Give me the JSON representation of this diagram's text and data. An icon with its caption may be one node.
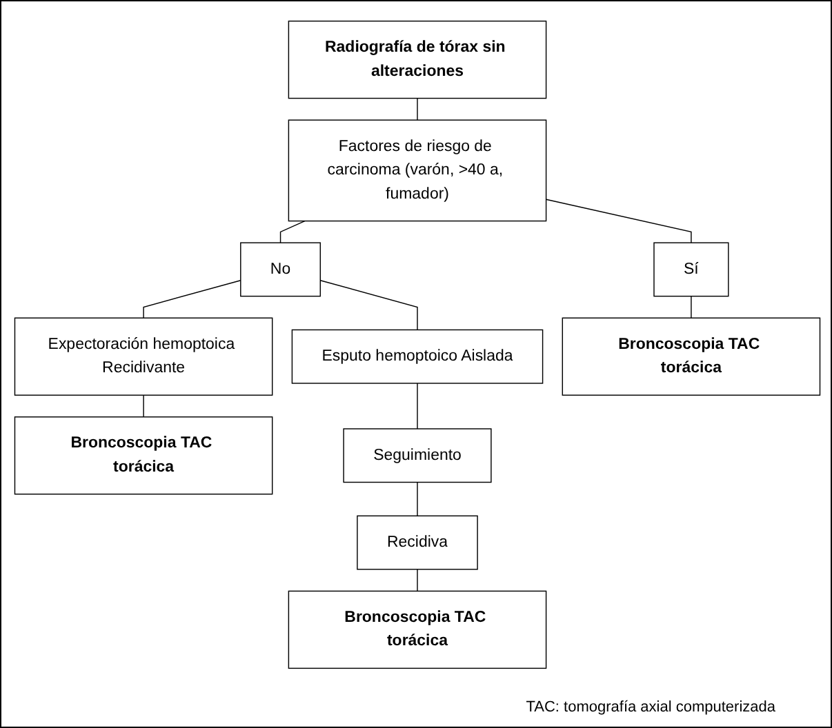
{
  "diagram": {
    "nodes": [
      {
        "text": [
          "Radiografía de tórax sin alteraciones"
        ]
      },
      {
        "text": [
          "Factores de riesgo de carcinoma (varón, >40 a, fumador)"
        ]
      },
      {
        "text": [
          "No"
        ]
      },
      {
        "text": [
          "Sí"
        ]
      },
      {
        "text": [
          "Esputo hemoptoico Aislada"
        ]
      },
      {
        "text": [
          "Expectoración hemoptoica Recidivante"
        ]
      },
      {
        "text": [
          "Broncoscopia TAC torácica"
        ]
      },
      {
        "text": [
          "Broncoscopia TAC torácica"
        ]
      },
      {
        "text": [
          "Seguimiento"
        ]
      },
      {
        "text": [
          "Recidiva"
        ]
      },
      {
        "text": [
          "Broncoscopia TAC torácica"
        ]
      }
    ],
    "edges": [
      {
        "from": 0,
        "to": 1,
        "arrow": "none"
      },
      {
        "from": 1,
        "to": 2,
        "arrow": "none"
      },
      {
        "from": 1,
        "to": 3,
        "arrow": "none"
      },
      {
        "from": 2,
        "to": 4,
        "arrow": "none"
      },
      {
        "from": 2,
        "to": 5,
        "arrow": "none"
      },
      {
        "from": 3,
        "to": 6,
        "arrow": "none"
      },
      {
        "from": 5,
        "to": 7,
        "arrow": "none"
      },
      {
        "from": 4,
        "to": 8,
        "arrow": "none"
      },
      {
        "from": 8,
        "to": 9,
        "arrow": "none"
      },
      {
        "from": 9,
        "to": 10,
        "arrow": "none"
      }
    ],
    "labels": [
      "TAC: tomografía axial computerizada"
    ]
  }
}
